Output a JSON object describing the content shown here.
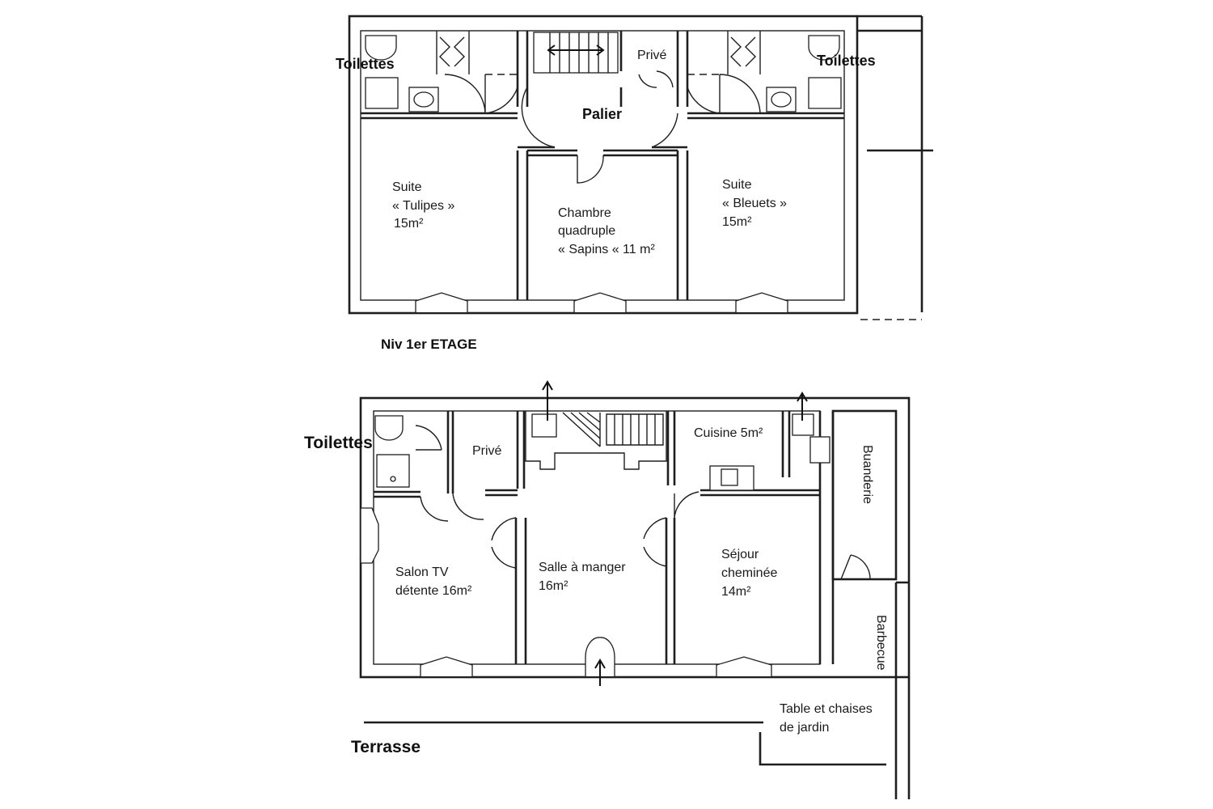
{
  "upper_floor": {
    "level_label": "Niv 1er ETAGE",
    "toilettes_left": "Toilettes",
    "toilettes_right": "Toilettes",
    "prive": "Privé",
    "palier": "Palier",
    "suite_tulipes": {
      "line1": "Suite",
      "line2": "« Tulipes »",
      "area": "15m²"
    },
    "chambre_sapins": {
      "line1": "Chambre",
      "line2": "quadruple",
      "line3": "« Sapins « 11 m²"
    },
    "suite_bleuets": {
      "line1": "Suite",
      "line2": "« Bleuets »",
      "area": "15m²"
    }
  },
  "ground_floor": {
    "toilettes": "Toilettes",
    "prive": "Privé",
    "cuisine": "Cuisine 5m²",
    "buanderie": "Buanderie",
    "salon": {
      "line1": "Salon TV",
      "line2": "détente 16m²"
    },
    "salle_a_manger": {
      "line1": "Salle à manger",
      "line2": "16m²"
    },
    "sejour": {
      "line1": "Séjour",
      "line2": "cheminée",
      "line3": "14m²"
    },
    "barbecue": "Barbecue",
    "jardin": {
      "line1": "Table et chaises",
      "line2": "de jardin"
    },
    "terrasse": "Terrasse"
  }
}
